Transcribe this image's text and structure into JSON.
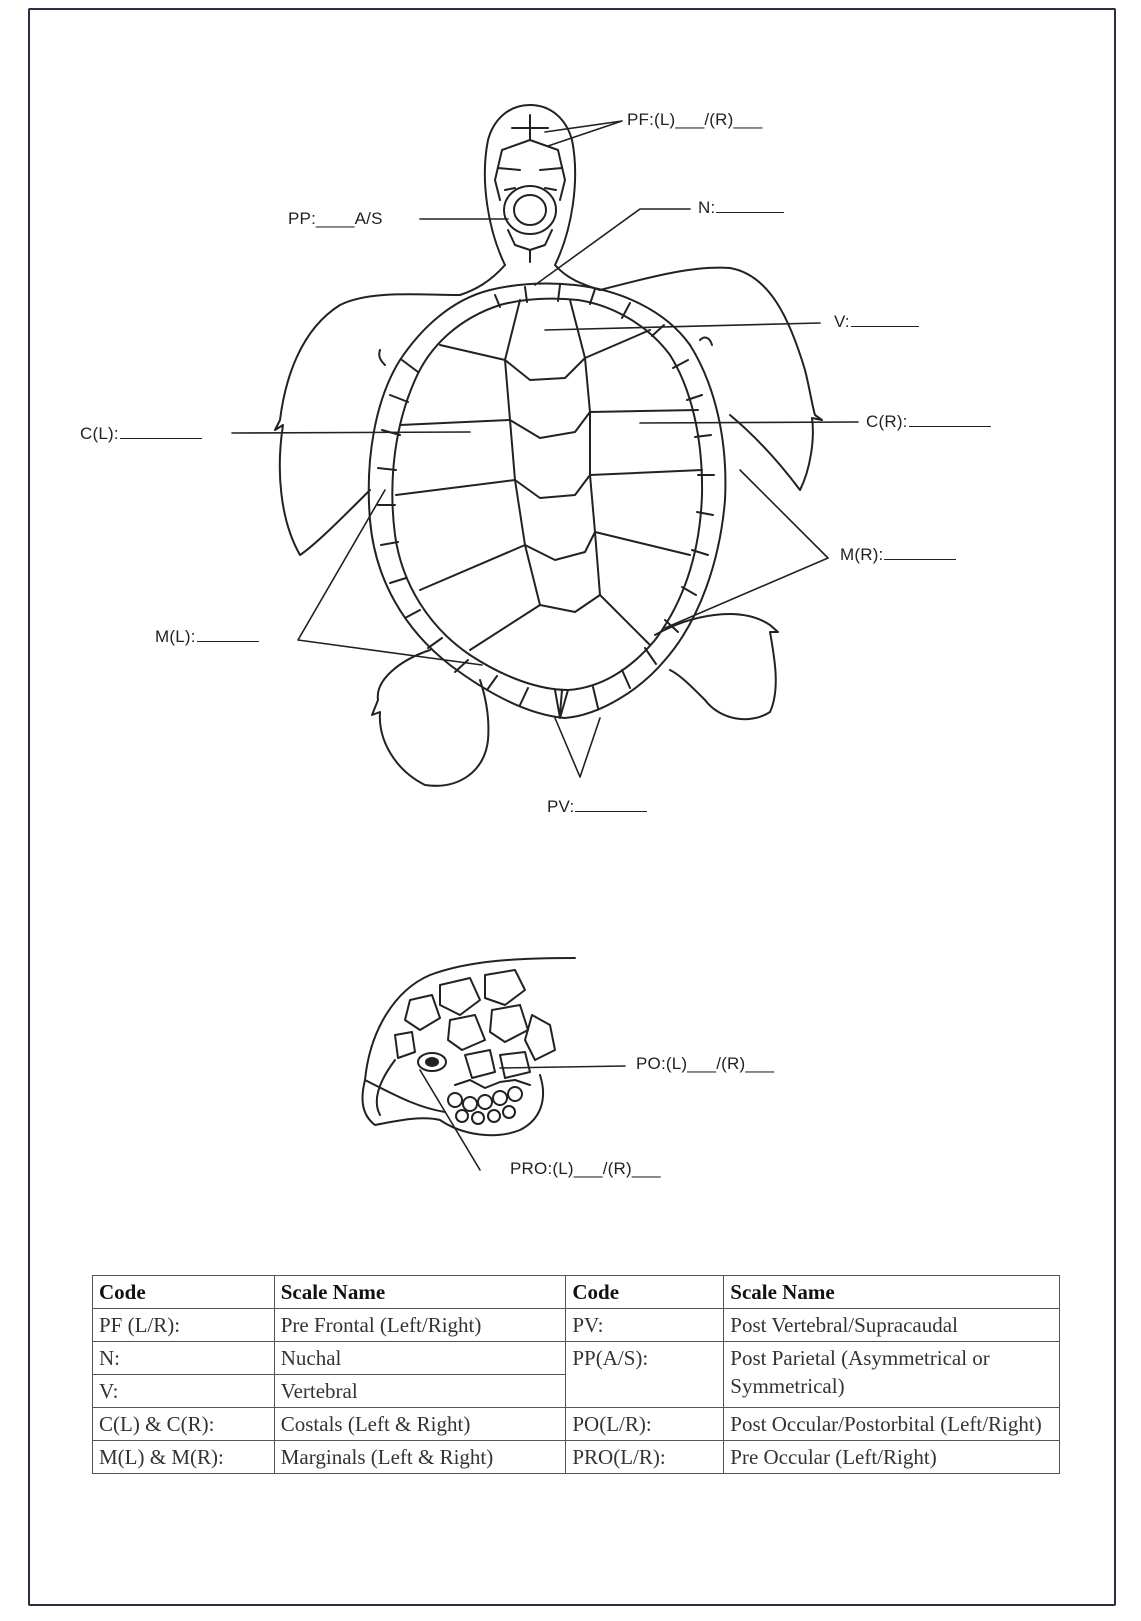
{
  "labels": {
    "pf": "PF:(L)___/(R)___",
    "pp": "PP:____A/S",
    "n": "N:",
    "v": "V:",
    "c_left": "C(L):",
    "c_right": "C(R):",
    "m_right": "M(R):",
    "m_left": "M(L):",
    "pv": "PV:",
    "po": "PO:(L)___/(R)___",
    "pro": "PRO:(L)___/(R)___"
  },
  "legend": {
    "headers": [
      "Code",
      "Scale Name",
      "Code",
      "Scale Name"
    ],
    "rows": [
      {
        "code1": "PF (L/R):",
        "name1": "Pre Frontal (Left/Right)",
        "code2": "PV:",
        "name2": "Post Vertebral/Supracaudal"
      },
      {
        "code1": "N:",
        "name1": "Nuchal",
        "code2": "PP(A/S):",
        "name2": "Post Parietal (Asymmetrical or Symmetrical)"
      },
      {
        "code1": "V:",
        "name1": "Vertebral"
      },
      {
        "code1": "C(L) & C(R):",
        "name1": "Costals (Left & Right)",
        "code2": "PO(L/R):",
        "name2": "Post Occular/Postorbital (Left/Right)"
      },
      {
        "code1": "M(L) & M(R):",
        "name1": "Marginals (Left & Right)",
        "code2": "PRO(L/R):",
        "name2": "Pre Occular (Left/Right)"
      }
    ]
  }
}
